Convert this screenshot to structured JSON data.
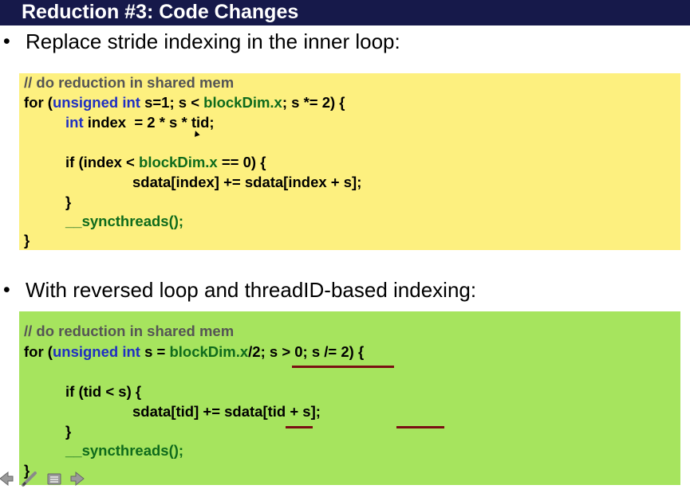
{
  "slide": {
    "title": "Reduction #3: Code Changes",
    "bullet_glyph": "•",
    "bullet1": "Replace stride indexing in the inner loop:",
    "bullet2": "With reversed loop and threadID-based indexing:"
  },
  "code1": {
    "line1": "// do reduction in shared mem",
    "line2": {
      "a": "for (",
      "b": "unsigned int",
      "c": " s=1; s < ",
      "d": "blockDim.x",
      "e": "; s *= 2) {"
    },
    "line3": {
      "a": "int",
      "b": " index  = 2 * s * tid;"
    },
    "line5": {
      "a": "if (index < ",
      "b": "blockDim.x",
      "c": " == 0) {"
    },
    "line6": "sdata[index] += sdata[index + s];",
    "line7": "}",
    "line8": "__syncthreads();",
    "line9": "}"
  },
  "code2": {
    "line1": "// do reduction in shared mem",
    "line2": {
      "a": "for (",
      "b": "unsigned int",
      "c": " s = ",
      "d": "blockDim.x",
      "e": "/2; s > 0; s /= 2) {"
    },
    "line4": "if (tid < s) {",
    "line5": "sdata[tid] += sdata[tid + s];",
    "line6": "}",
    "line7": "__syncthreads();",
    "line8": "}"
  },
  "colors": {
    "title_bar": "#16194a",
    "code_box_1": "#fdf07f",
    "code_box_2": "#a6e45e",
    "keyword": "#1f2fc2",
    "identifier_green": "#0f6b1c",
    "comment": "#555555",
    "underline_mark": "#7a0f12"
  },
  "nav_icons": [
    "back-arrow-icon",
    "pen-icon",
    "menu-icon",
    "forward-arrow-icon"
  ]
}
